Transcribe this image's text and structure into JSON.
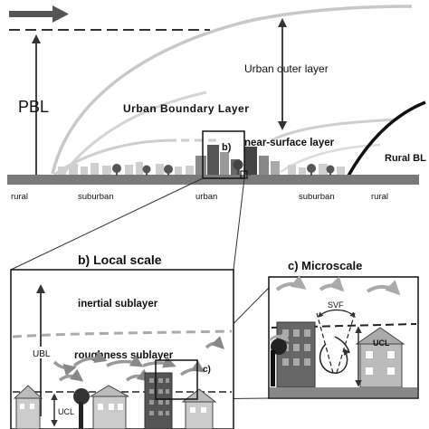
{
  "top": {
    "pbl": "PBL",
    "urban_boundary_layer": "Urban Boundary Layer",
    "urban_outer_layer": "Urban outer layer",
    "near_surface_layer": "near-surface layer",
    "rural_bl": "Rural BL",
    "inset_b": "b)",
    "ground_labels": [
      "rural",
      "suburban",
      "urban",
      "suburban",
      "rural"
    ]
  },
  "local": {
    "title": "b) Local scale",
    "inertial": "inertial sublayer",
    "roughness": "roughness sublayer",
    "ubl": "UBL",
    "ucl": "UCL",
    "inset_c": "c)"
  },
  "micro": {
    "title": "c) Microscale",
    "svf": "SVF",
    "ucl": "UCL"
  }
}
